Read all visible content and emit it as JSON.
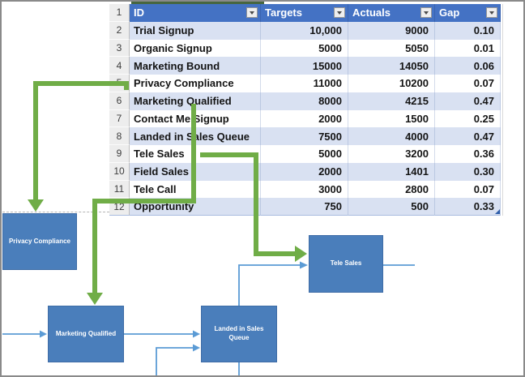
{
  "table": {
    "corner_row_num": "1",
    "columns": [
      {
        "label": "ID"
      },
      {
        "label": "Targets"
      },
      {
        "label": "Actuals"
      },
      {
        "label": "Gap"
      }
    ],
    "rows": [
      {
        "num": "2",
        "id": "Trial Signup",
        "targets": "10,000",
        "actuals": "9000",
        "gap": "0.10"
      },
      {
        "num": "3",
        "id": "Organic Signup",
        "targets": "5000",
        "actuals": "5050",
        "gap": "0.01"
      },
      {
        "num": "4",
        "id": "Marketing Bound",
        "targets": "15000",
        "actuals": "14050",
        "gap": "0.06"
      },
      {
        "num": "5",
        "id": "Privacy Compliance",
        "targets": "11000",
        "actuals": "10200",
        "gap": "0.07"
      },
      {
        "num": "6",
        "id": "Marketing Qualified",
        "targets": "8000",
        "actuals": "4215",
        "gap": "0.47"
      },
      {
        "num": "7",
        "id": "Contact Me Signup",
        "targets": "2000",
        "actuals": "1500",
        "gap": "0.25"
      },
      {
        "num": "8",
        "id": "Landed in Sales Queue",
        "targets": "7500",
        "actuals": "4000",
        "gap": "0.47"
      },
      {
        "num": "9",
        "id": "Tele Sales",
        "targets": "5000",
        "actuals": "3200",
        "gap": "0.36"
      },
      {
        "num": "10",
        "id": "Field Sales",
        "targets": "2000",
        "actuals": "1401",
        "gap": "0.30"
      },
      {
        "num": "11",
        "id": "Tele Call",
        "targets": "3000",
        "actuals": "2800",
        "gap": "0.07"
      },
      {
        "num": "12",
        "id": "Opportunity",
        "targets": "750",
        "actuals": "500",
        "gap": "0.33"
      }
    ]
  },
  "flowchart": {
    "boxes": {
      "privacy_compliance": "Privacy Compliance",
      "tele_sales": "Tele Sales",
      "marketing_qualified": "Marketing Qualified",
      "landed_sales_queue": "Landed in Sales Queue"
    }
  },
  "colors": {
    "header_blue": "#4472C4",
    "band_blue": "#D9E1F2",
    "box_blue": "#4A7EBB",
    "connector_green": "#70AD47",
    "connector_blue": "#5B9BD5",
    "frame_gray": "#8A8A8A"
  }
}
